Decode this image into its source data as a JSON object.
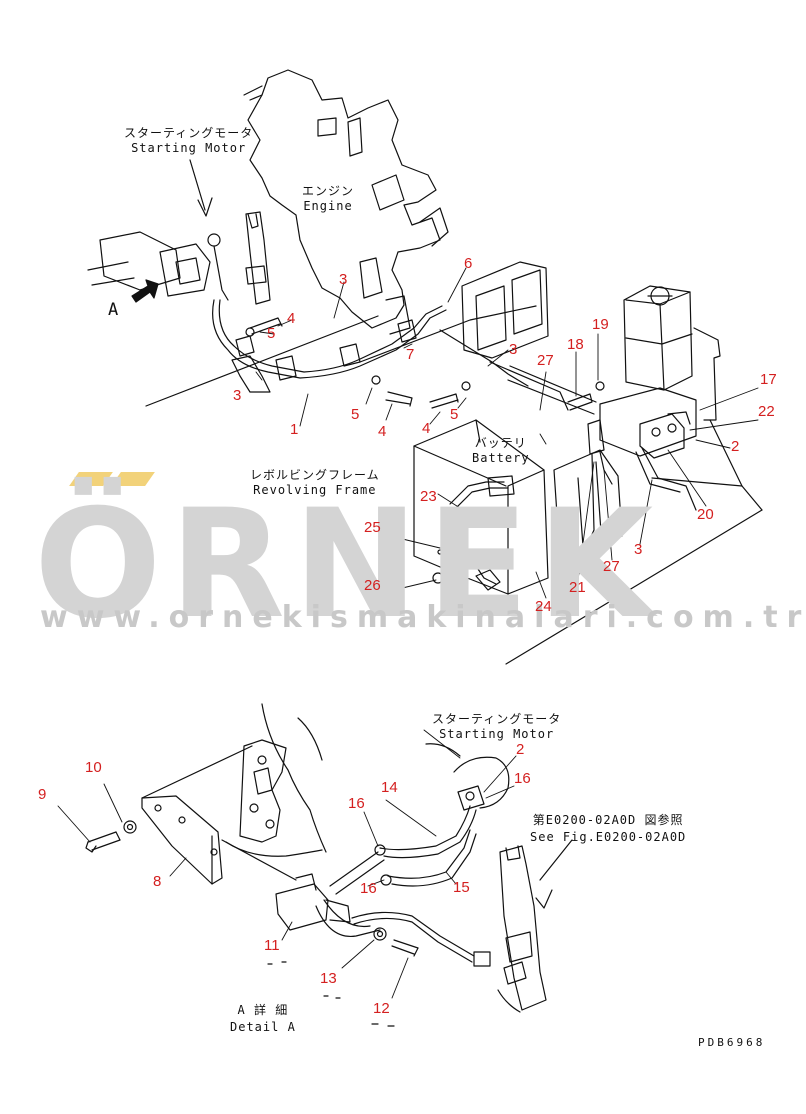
{
  "colors": {
    "line": "#111111",
    "callout_number": "#d42020",
    "watermark": "#cfcfcf",
    "watermark_accent": "#f2d27a"
  },
  "top_view": {
    "starting_motor": {
      "jp": "スターティングモータ",
      "en": "Starting Motor"
    },
    "engine": {
      "jp": "エンジン",
      "en": "Engine"
    },
    "battery": {
      "jp": "バッテリ",
      "en": "Battery"
    },
    "revolving_frame": {
      "jp": "レボルビングフレーム",
      "en": "Revolving Frame"
    },
    "view_marker": "A",
    "callouts": [
      "1",
      "2",
      "3",
      "3",
      "3",
      "3",
      "3",
      "4",
      "4",
      "4",
      "5",
      "5",
      "5",
      "6",
      "7",
      "7",
      "17",
      "18",
      "19",
      "20",
      "21",
      "22",
      "23",
      "24",
      "25",
      "26",
      "27",
      "27"
    ]
  },
  "detail_view": {
    "starting_motor": {
      "jp": "スターティングモータ",
      "en": "Starting Motor"
    },
    "reference": {
      "jp": "第E0200-02A0D 図参照",
      "en": "See Fig.E0200-02A0D"
    },
    "detail_label": {
      "jp": "A 詳 細",
      "en": "Detail A"
    },
    "callouts": [
      "2",
      "8",
      "9",
      "10",
      "11",
      "12",
      "13",
      "14",
      "15",
      "16",
      "16",
      "16"
    ]
  },
  "drawing_code": "PDB6968",
  "watermark": {
    "logo": "ÖRNEK",
    "url": "www.ornekismakinalari.com.tr"
  }
}
